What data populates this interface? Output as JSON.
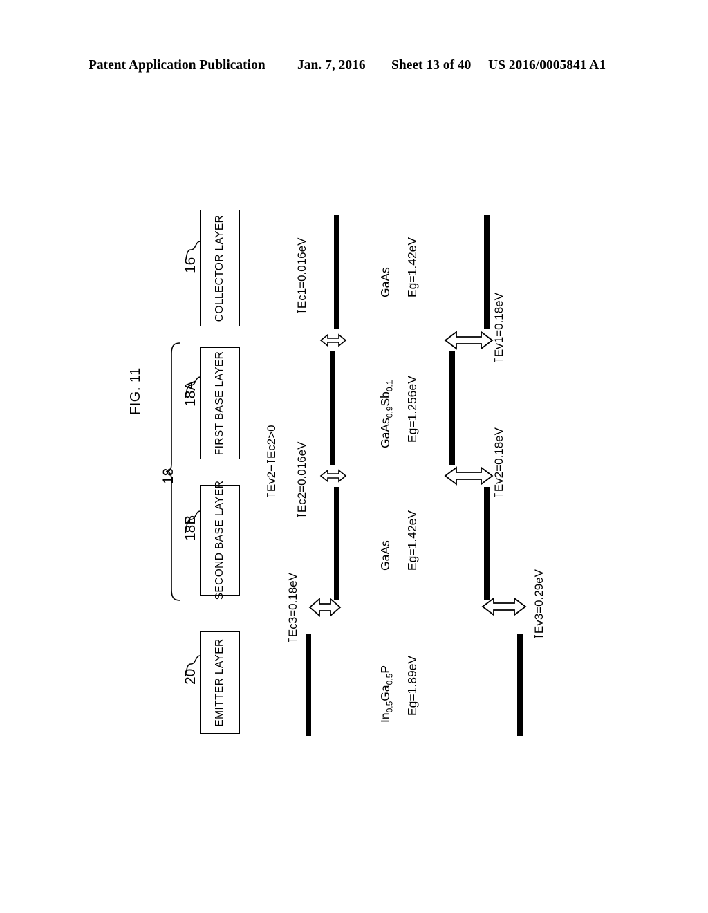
{
  "header": {
    "publication": "Patent Application Publication",
    "date": "Jan. 7, 2016",
    "sheet": "Sheet 13 of 40",
    "patent_number": "US 2016/0005841 A1"
  },
  "figure": {
    "label": "FIG. 11",
    "layer_boxes": [
      {
        "id": "collector",
        "label": "COLLECTOR LAYER",
        "ref": "16"
      },
      {
        "id": "first-base",
        "label": "FIRST BASE LAYER",
        "ref": "18A"
      },
      {
        "id": "second-base",
        "label": "SECOND BASE LAYER",
        "ref": "18B"
      },
      {
        "id": "emitter",
        "label": "EMITTER LAYER",
        "ref": "20"
      }
    ],
    "bracket_ref": "18",
    "refs": {
      "collector": "16",
      "first_base": "18A",
      "base_group": "18",
      "second_base": "18B",
      "emitter": "20"
    },
    "materials": [
      {
        "id": "collector-mat",
        "formula": "GaAs",
        "bandgap": "Eg=1.42eV"
      },
      {
        "id": "first-base-mat",
        "formula_parts": [
          "GaAs",
          "0.9",
          "Sb",
          "0.1"
        ],
        "formula": "GaAs0.9Sb0.1",
        "bandgap": "Eg=1.256eV"
      },
      {
        "id": "second-base-mat",
        "formula": "GaAs",
        "bandgap": "Eg=1.42eV"
      },
      {
        "id": "emitter-mat",
        "formula_parts": [
          "In",
          "0.5",
          "Ga",
          "0.5",
          "P"
        ],
        "formula": "In0.5Ga0.5P",
        "bandgap": "Eg=1.89eV"
      }
    ],
    "conduction_offsets": [
      {
        "id": "dEc1",
        "text": "Ec1=0.016eV",
        "value": 0.016
      },
      {
        "id": "dEc2",
        "text": "Ec2=0.016eV",
        "value": 0.016
      },
      {
        "id": "dEc3",
        "text": "Ec3=0.18eV",
        "value": 0.18
      }
    ],
    "valence_offsets": [
      {
        "id": "dEv1",
        "text": "Ev1=0.18eV",
        "value": 0.18
      },
      {
        "id": "dEv2",
        "text": "Ev2=0.18eV",
        "value": 0.18
      },
      {
        "id": "dEv3",
        "text": "Ev3=0.29eV",
        "value": 0.29
      }
    ],
    "condition": {
      "id": "cond",
      "text": "Ev2-    Ec2>0"
    },
    "condition_full": "∆Ev2−∆Ec2>0"
  },
  "chart_data": {
    "type": "band-diagram",
    "title": "FIG. 11",
    "description": "Energy band diagram of a heterojunction bipolar transistor showing conduction band and valence band edges across emitter, second base, first base and collector layers.",
    "axis_direction": "horizontal position = layer stack (emitter → collector), vertical = energy",
    "layers": [
      {
        "name": "EMITTER LAYER",
        "ref": "20",
        "material": "In0.5Ga0.5P",
        "bandgap_eV": 1.89,
        "bandgap_label": "Eg=1.89eV"
      },
      {
        "name": "SECOND BASE LAYER",
        "ref": "18B",
        "material": "GaAs",
        "bandgap_eV": 1.42,
        "bandgap_label": "Eg=1.42eV"
      },
      {
        "name": "FIRST BASE LAYER",
        "ref": "18A",
        "material": "GaAs0.9Sb0.1",
        "bandgap_eV": 1.256,
        "bandgap_label": "Eg=1.256eV"
      },
      {
        "name": "COLLECTOR LAYER",
        "ref": "16",
        "material": "GaAs",
        "bandgap_eV": 1.42,
        "bandgap_label": "Eg=1.42eV"
      }
    ],
    "conduction_band_offsets": [
      {
        "name": "∆Ec3",
        "between": [
          "EMITTER LAYER",
          "SECOND BASE LAYER"
        ],
        "value_eV": 0.18
      },
      {
        "name": "∆Ec2",
        "between": [
          "SECOND BASE LAYER",
          "FIRST BASE LAYER"
        ],
        "value_eV": 0.016
      },
      {
        "name": "∆Ec1",
        "between": [
          "FIRST BASE LAYER",
          "COLLECTOR LAYER"
        ],
        "value_eV": 0.016
      }
    ],
    "valence_band_offsets": [
      {
        "name": "∆Ev3",
        "between": [
          "EMITTER LAYER",
          "SECOND BASE LAYER"
        ],
        "value_eV": 0.29
      },
      {
        "name": "∆Ev2",
        "between": [
          "SECOND BASE LAYER",
          "FIRST BASE LAYER"
        ],
        "value_eV": 0.18
      },
      {
        "name": "∆Ev1",
        "between": [
          "FIRST BASE LAYER",
          "COLLECTOR LAYER"
        ],
        "value_eV": 0.18
      }
    ],
    "relations": [
      "∆Ev2−∆Ec2>0"
    ],
    "grid": false,
    "legend": "none"
  }
}
